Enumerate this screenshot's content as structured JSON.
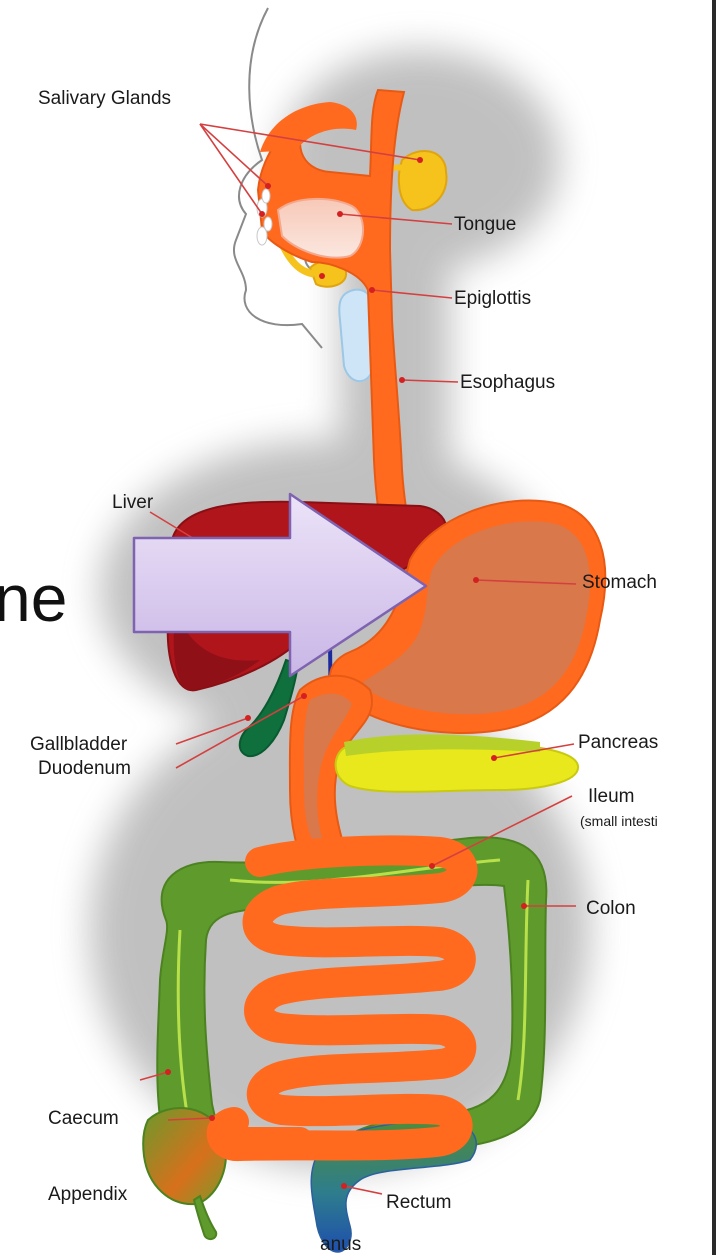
{
  "diagram": {
    "labels": {
      "salivary_glands": "Salivary Glands",
      "tongue": "Tongue",
      "epiglottis": "Epiglottis",
      "esophagus": "Esophagus",
      "liver": "Liver",
      "stomach": "Stomach",
      "gallbladder": "Gallbladder",
      "duodenum": "Duodenum",
      "pancreas": "Pancreas",
      "ileum": "Ileum",
      "ileum_note": "(small intesti",
      "colon": "Colon",
      "caecum": "Caecum",
      "appendix": "Appendix",
      "rectum": "Rectum",
      "anus": "anus"
    },
    "overlay_text": "ne",
    "colors": {
      "tract_orange": "#ff6a1f",
      "liver_red": "#b0151c",
      "colon_green": "#5f9a2c",
      "pancreas_yellow": "#e8e81c",
      "gallbladder_green": "#0f6f3d",
      "arrow_fill": "#d8c8ee",
      "arrow_stroke": "#7e63b0"
    }
  }
}
